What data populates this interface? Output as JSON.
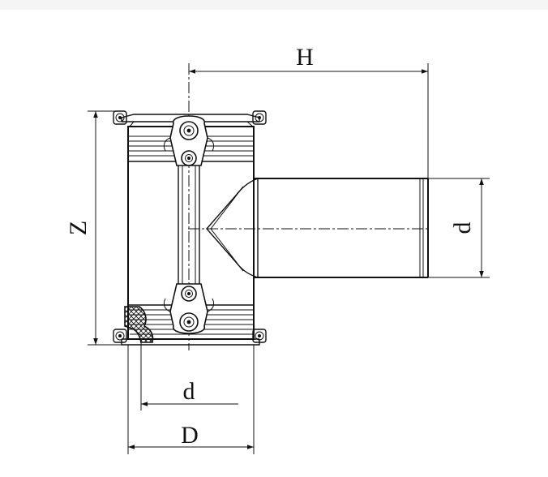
{
  "drawing": {
    "label_H": "H",
    "label_Z": "Z",
    "label_d_branch": "d",
    "label_d_bore": "d",
    "label_D": "D"
  },
  "colors": {
    "line": "#111111",
    "background": "#ffffff"
  }
}
